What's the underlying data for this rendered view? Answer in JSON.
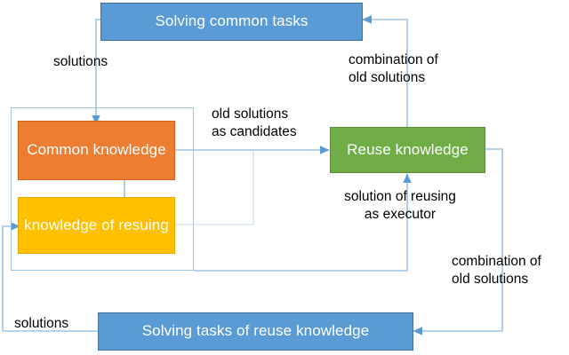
{
  "diagram": {
    "title_text": "",
    "colors": {
      "blue_fill": "#5B9BD5",
      "blue_stroke": "#41719C",
      "orange_fill": "#ED7D31",
      "yellow_fill": "#FFC000",
      "green_fill": "#70AD47",
      "connector": "#9DC3E6",
      "label_text": "#000000"
    },
    "nodes": [
      {
        "id": "solving-common-tasks",
        "label": "Solving common tasks",
        "color": "blue"
      },
      {
        "id": "common-knowledge",
        "label": "Common\nknowledge",
        "color": "orange"
      },
      {
        "id": "knowledge-of-resuing",
        "label": "knowledge of\nresuing",
        "color": "yellow"
      },
      {
        "id": "reuse-knowledge",
        "label": "Reuse knowledge",
        "color": "green"
      },
      {
        "id": "solving-tasks-of-reuse-knowledge",
        "label": "Solving tasks of reuse knowledge",
        "color": "blue"
      }
    ],
    "edge_labels": [
      {
        "id": "solutions-top",
        "text": "solutions"
      },
      {
        "id": "combination-of-old-solutions-top",
        "text": "combination of\nold solutions"
      },
      {
        "id": "old-solutions-as-candidates",
        "text": "old solutions\nas candidates"
      },
      {
        "id": "solution-of-reusing-as-executor",
        "text": "solution of reusing\nas executor"
      },
      {
        "id": "combination-of-old-solutions-right",
        "text": "combination of\nold solutions"
      },
      {
        "id": "solutions-bottom",
        "text": "solutions"
      }
    ],
    "edges": [
      {
        "from": "solving-common-tasks",
        "to": "common-knowledge",
        "label": "solutions"
      },
      {
        "from": "common-knowledge",
        "to": "reuse-knowledge",
        "label": "old solutions as candidates"
      },
      {
        "from": "knowledge-of-resuing",
        "to": "reuse-knowledge",
        "label": "old solutions as candidates"
      },
      {
        "from": "reuse-knowledge",
        "to": "solving-common-tasks",
        "label": "combination of old solutions"
      },
      {
        "from": "solving-common-tasks",
        "to": "reuse-knowledge",
        "label": "combination of old solutions"
      },
      {
        "from": "knowledge-of-resuing",
        "to": "reuse-knowledge",
        "label": "solution of reusing as executor"
      },
      {
        "from": "reuse-knowledge",
        "to": "solving-tasks-of-reuse-knowledge",
        "label": "combination of old solutions"
      },
      {
        "from": "solving-tasks-of-reuse-knowledge",
        "to": "knowledge-of-resuing",
        "label": "solutions"
      }
    ]
  }
}
